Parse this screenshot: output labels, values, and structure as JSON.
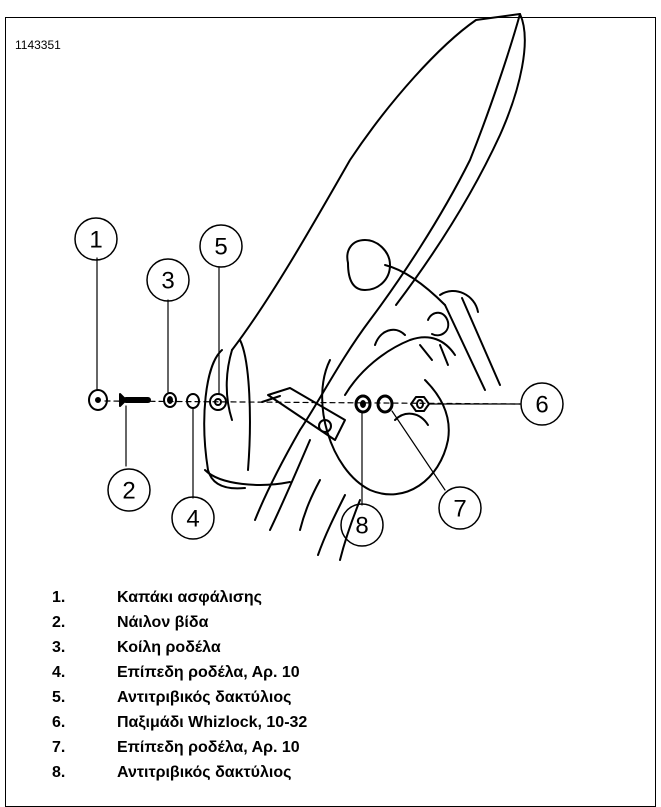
{
  "figure_id": "1143351",
  "callouts": [
    "1",
    "2",
    "3",
    "4",
    "5",
    "6",
    "7",
    "8"
  ],
  "legend": [
    {
      "num": "1.",
      "text": "Καπάκι ασφάλισης"
    },
    {
      "num": "2.",
      "text": "Νάιλον βίδα"
    },
    {
      "num": "3.",
      "text": "Κοίλη ροδέλα"
    },
    {
      "num": "4.",
      "text": "Επίπεδη ροδέλα, Αρ. 10"
    },
    {
      "num": "5.",
      "text": "Αντιτριβικός δακτύλιος"
    },
    {
      "num": "6.",
      "text": "Παξιμάδι Whizlock, 10-32"
    },
    {
      "num": "7.",
      "text": "Επίπεδη ροδέλα, Αρ. 10"
    },
    {
      "num": "8.",
      "text": "Αντιτριβικός δακτύλιος"
    }
  ]
}
